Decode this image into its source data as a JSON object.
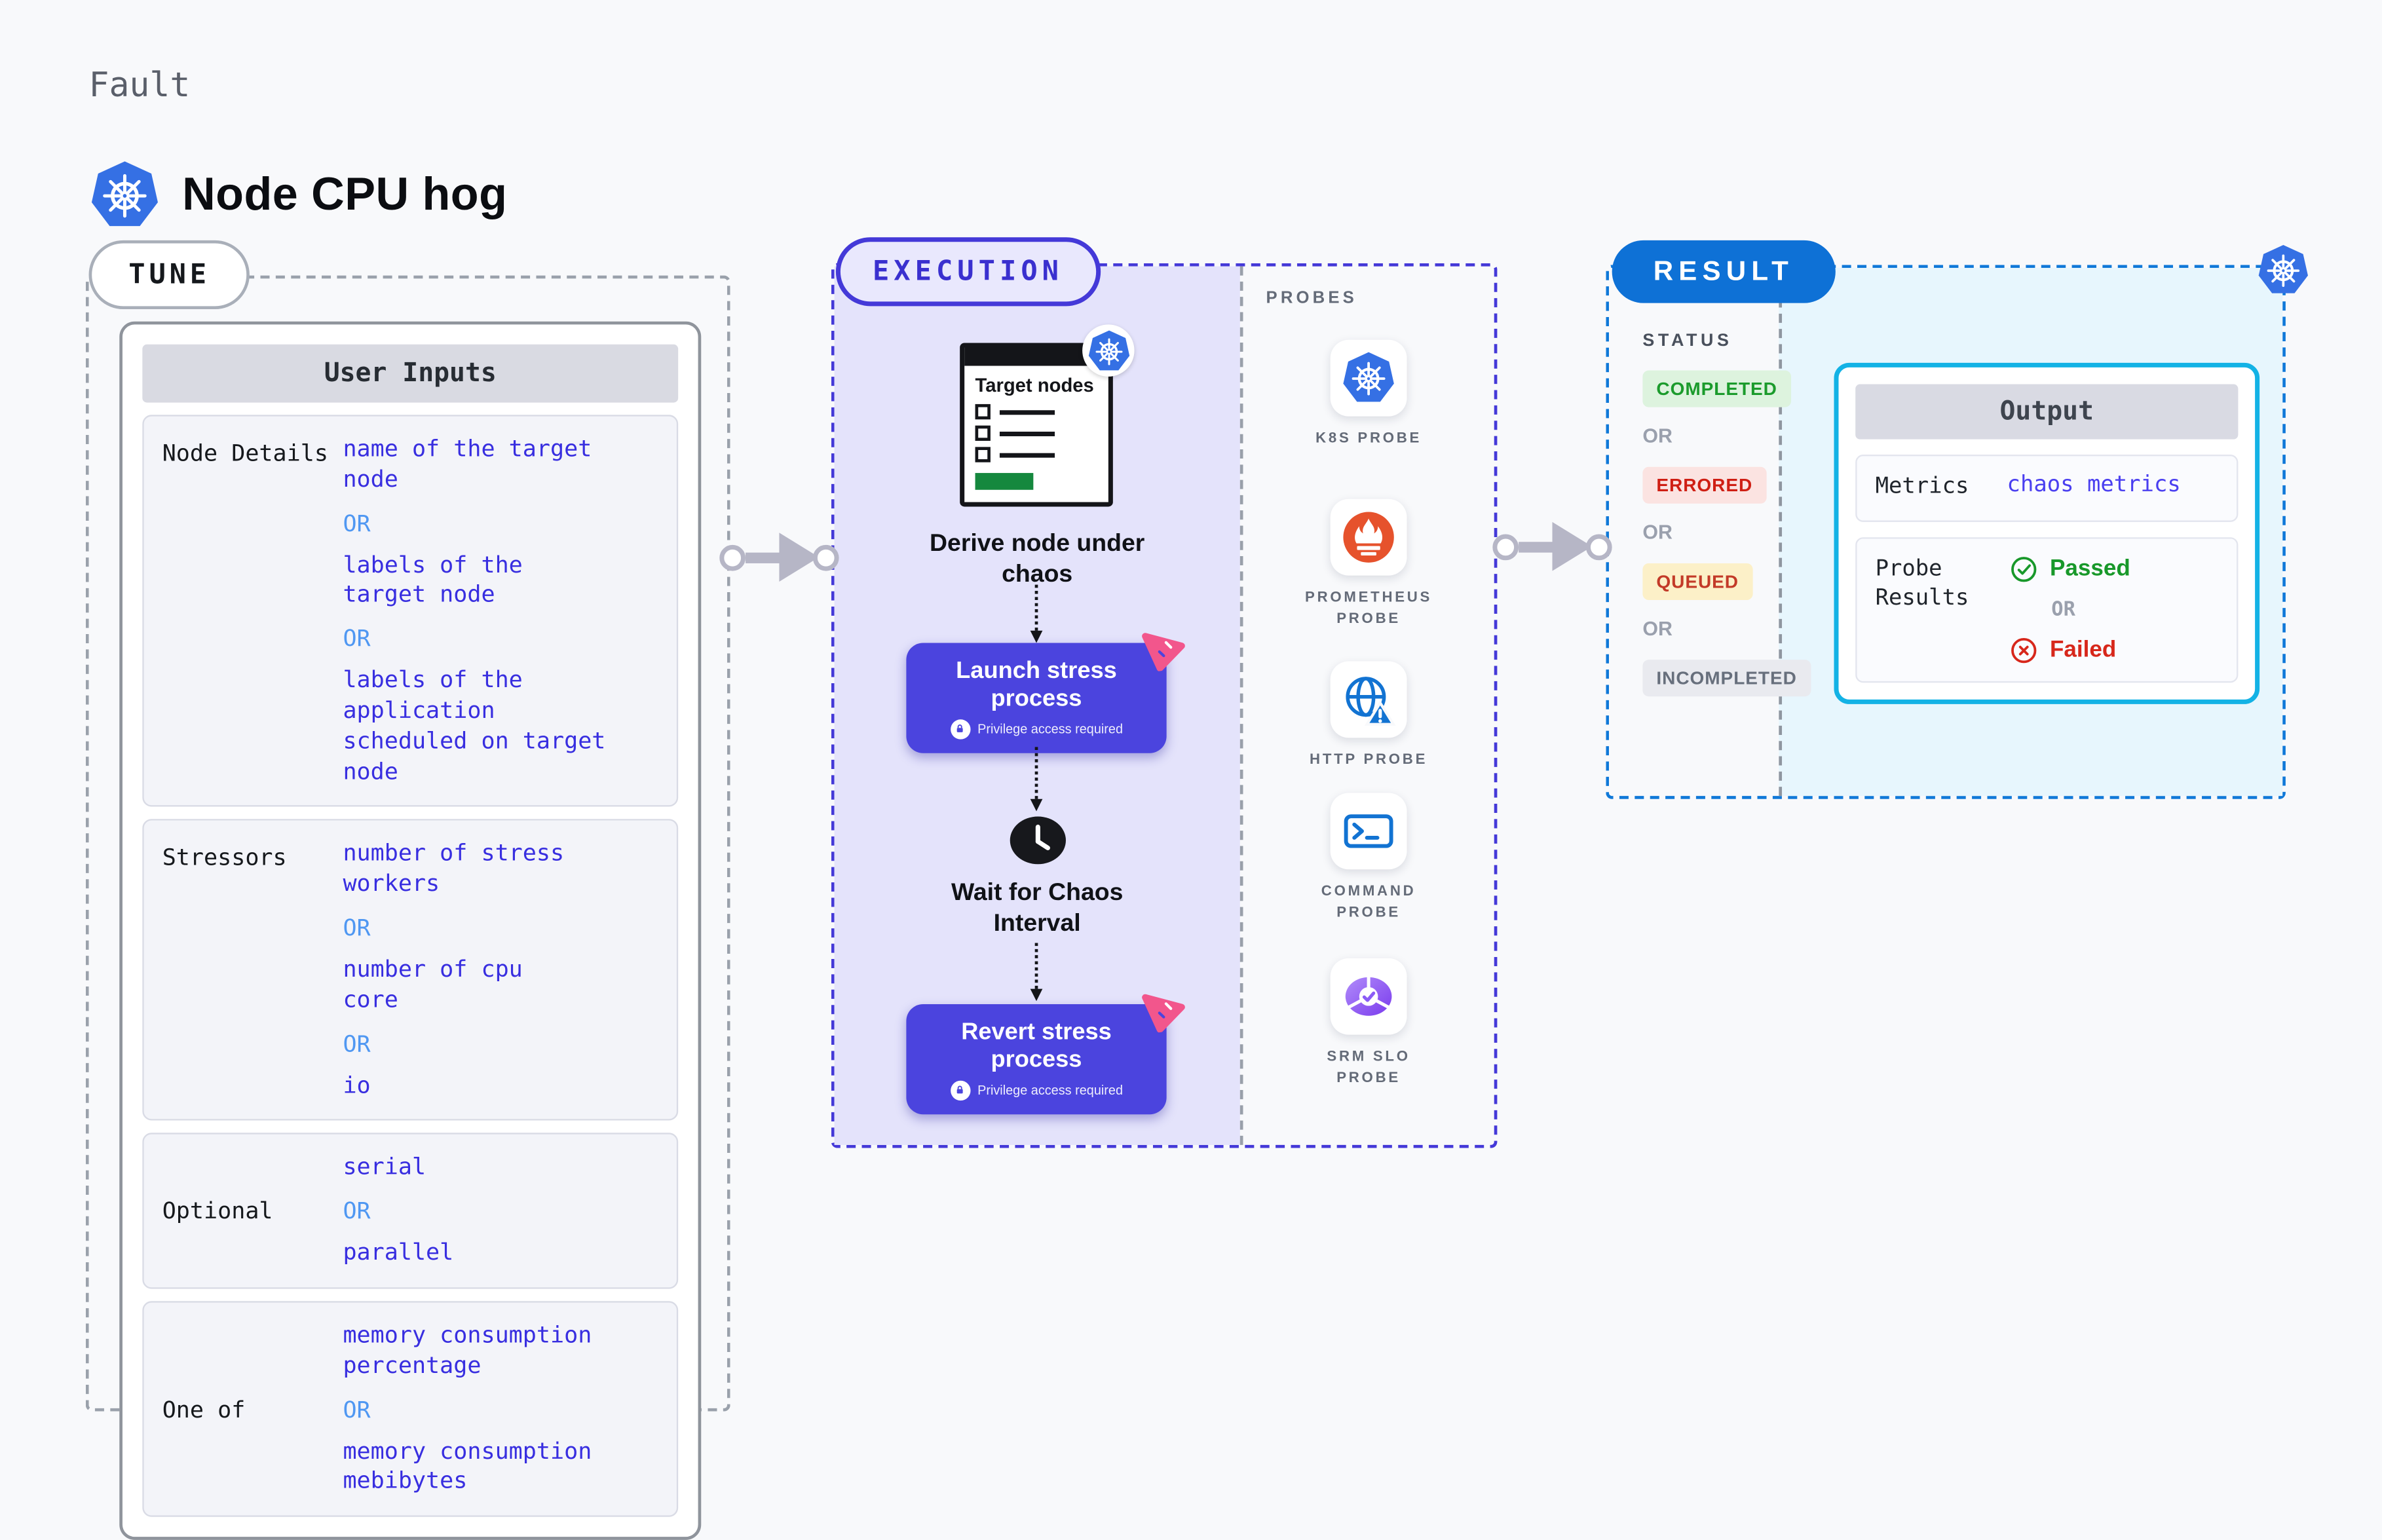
{
  "header": {
    "category": "Fault",
    "title": "Node CPU hog"
  },
  "tune": {
    "label": "TUNE",
    "card_title": "User Inputs",
    "or_label": "OR",
    "rows": [
      {
        "label": "Node Details",
        "options": [
          "name of the target\nnode",
          "labels of the\ntarget node",
          "labels of the application\nscheduled on target node"
        ]
      },
      {
        "label": "Stressors",
        "options": [
          "number of stress\nworkers",
          "number of cpu\ncore",
          "io"
        ]
      },
      {
        "label": "Optional",
        "options": [
          "serial",
          "parallel"
        ]
      },
      {
        "label": "One of",
        "options": [
          "memory consumption\npercentage",
          "memory consumption\nmebibytes"
        ]
      }
    ]
  },
  "execution": {
    "label": "EXECUTION",
    "window_title": "Target nodes",
    "derive_label": "Derive node under chaos",
    "launch": {
      "title": "Launch stress process",
      "note": "Privilege access required"
    },
    "wait_label": "Wait for Chaos Interval",
    "revert": {
      "title": "Revert stress process",
      "note": "Privilege access required"
    }
  },
  "probes": {
    "label": "PROBES",
    "items": [
      {
        "name": "K8S PROBE",
        "icon": "kubernetes-icon"
      },
      {
        "name": "PROMETHEUS PROBE",
        "icon": "prometheus-icon"
      },
      {
        "name": "HTTP PROBE",
        "icon": "http-probe-icon"
      },
      {
        "name": "COMMAND PROBE",
        "icon": "command-probe-icon"
      },
      {
        "name": "SRM SLO PROBE",
        "icon": "srm-slo-probe-icon"
      }
    ]
  },
  "result": {
    "label": "RESULT",
    "status_title": "STATUS",
    "or_label": "OR",
    "statuses": [
      {
        "label": "COMPLETED",
        "type": "completed",
        "fg": "#1b9b2c",
        "bg": "#ddf3de"
      },
      {
        "label": "ERRORED",
        "type": "errored",
        "fg": "#cf1f14",
        "bg": "#fbe3e1"
      },
      {
        "label": "QUEUED",
        "type": "queued",
        "fg": "#c33a28",
        "bg": "#fcf0c8"
      },
      {
        "label": "INCOMPLETED",
        "type": "incompleted",
        "fg": "#676f7c",
        "bg": "#e9eaef"
      }
    ],
    "output": {
      "title": "Output",
      "metrics_label": "Metrics",
      "metrics_value": "chaos metrics",
      "probe_results_label": "Probe Results",
      "passed_label": "Passed",
      "or_label": "OR",
      "failed_label": "Failed"
    }
  },
  "colors": {
    "page_bg": "#f8f9fb",
    "value_blue": "#382ee0",
    "or_blue": "#4f97f2",
    "execution_indigo": "#4439d8",
    "execution_bg": "#e4e3fb",
    "button_indigo": "#4b44de",
    "result_blue": "#0e71d6",
    "result_cyan_bg": "#e7f6fd",
    "output_border_cyan": "#13b2e5",
    "passed_green": "#18982a",
    "failed_red": "#d7271b",
    "kubernetes_blue": "#3570e4",
    "prometheus_orange": "#e6522c",
    "litmus_pink": "#f2568c",
    "window_green": "#15883e"
  }
}
